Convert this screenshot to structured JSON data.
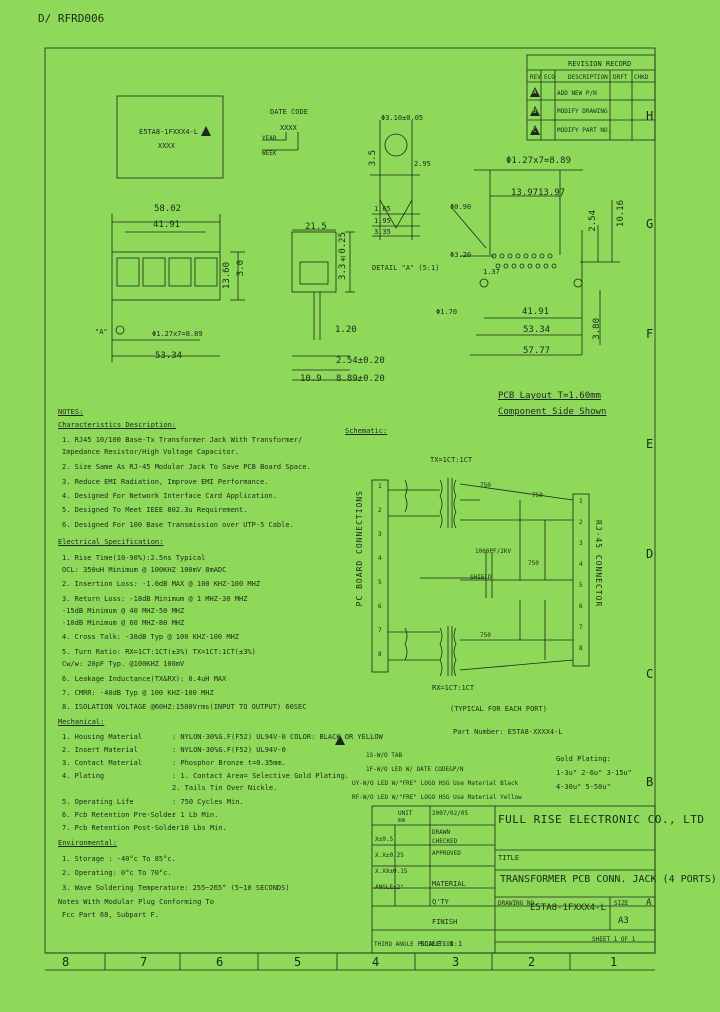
{
  "doc_id": "D/ RFRD006",
  "revision": {
    "title": "REVISION RECORD",
    "headers": [
      "REV",
      "ECO",
      "DESCRIPTION",
      "DRFT",
      "CHKD"
    ],
    "rows": [
      {
        "rev": "A",
        "desc": "ADD NEW P/N"
      },
      {
        "rev": "B",
        "desc": "MODIFY DRAWING"
      },
      {
        "rev": "C",
        "desc": "MODIFY PART NO."
      }
    ]
  },
  "border_letters": [
    "H",
    "G",
    "F",
    "E",
    "D",
    "C",
    "B"
  ],
  "border_numbers": [
    "8",
    "7",
    "6",
    "5",
    "4",
    "3",
    "2",
    "1"
  ],
  "marking": {
    "part": "E5TA8-1FXXX4-L",
    "sub": "XXXX"
  },
  "date_code": {
    "title": "DATE CODE",
    "code": "XXXX",
    "year": "YEAR",
    "week": "WEEK"
  },
  "front_view": {
    "width": "58.02",
    "pitch": "41.91",
    "small_pitch": "Φ1.27x7=8.89",
    "overall": "53.34",
    "height": "13.60",
    "height2": "3.0",
    "detail": "\"A\""
  },
  "side_view": {
    "depth": "21.5",
    "dims": [
      "3.3±0.25",
      "1.20",
      "2.54±0.20",
      "10.9",
      "8.89±0.20"
    ]
  },
  "detail_view": {
    "label": "DETAIL \"A\" (5:1)",
    "dims": [
      "Φ3.10±0.05",
      "3.5",
      "2.95",
      "1.65",
      "1.95",
      "3.35"
    ]
  },
  "pcb_layout": {
    "dims": [
      "Φ1.27x7=8.89",
      "13.97",
      "13.97",
      "Φ0.90",
      "Φ3.20",
      "1.37",
      "2.54",
      "10.16",
      "Φ1.70",
      "41.91",
      "53.34",
      "57.77",
      "3.80"
    ],
    "caption1": "PCB Layout T=1.60mm",
    "caption2": "Component Side Shown"
  },
  "notes": {
    "title": "NOTES:",
    "char_title": "Characteristics Description:",
    "char_items": [
      "1. RJ45 10/100 Base-Tx Transformer Jack With Transformer/",
      "   Impedance Resistor/High Voltage Capacitor.",
      "2. Size Same As RJ-45 Modular Jack To Save PCB Board Space.",
      "3. Reduce EMI Radiation, Improve EMI Performance.",
      "4. Designed For Network Interface Card Application.",
      "5. Designed To Meet IEEE 802.3u Requirement.",
      "6. Designed For 100 Base Transmission over UTP-5 Cable."
    ],
    "elec_title": "Electrical Specification:",
    "elec_items": [
      "1. Rise Time(10-90%):2.5ns Typical",
      "   OCL: 350uH Minimum @ 100KHZ 100mV 8mADC",
      "2. Insertion Loss:  -1.0dB MAX @ 100 KHZ-100 MHZ",
      "3. Return Loss:     -18dB Minimum @ 1 MHZ-30 MHZ",
      "                    -15dB Minimum @ 40 MHZ-50 MHZ",
      "                    -10dB Minimum @ 60 MHZ-80 MHZ",
      "4. Cross Talk:      -38dB Typ @ 100 KHZ-100 MHZ",
      "5. Turn Ratio: RX=1CT:1CT(±3%) TX=1CT:1CT(±3%)",
      "   Cw/w: 20pF Typ. @100KHZ 100mV",
      "6. Leakage Inductance(TX&RX): 0.4uH MAX",
      "7. CMRR: -40dB Typ @ 100 KHZ-100 MHZ",
      "8. ISOLATION VOLTAGE @60HZ:1500Vrms(INPUT TO OUTPUT) 60SEC"
    ],
    "mech_title": "Mechanical:",
    "mech_items": [
      {
        "label": "1. Housing Material",
        "value": ": NYLON-30%G.F(F52) UL94V-0 COLOR: BLACK OR YELLOW"
      },
      {
        "label": "2. Insert Material",
        "value": ": NYLON-30%G.F(F52) UL94V-0"
      },
      {
        "label": "3. Contact Material",
        "value": ": Phosphor Bronze t=0.35mm."
      },
      {
        "label": "4. Plating",
        "value": ": 1. Contact Area= Selective Gold Plating."
      },
      {
        "label": "",
        "value": "  2. Tails Tin Over Nickle."
      },
      {
        "label": "5. Operating Life",
        "value": ": 750 Cycles Min."
      },
      {
        "label": "6. Pcb Retention Pre-Solder",
        "value": ": 1 Lb Min."
      },
      {
        "label": "7. Pcb Retention Post-Solder",
        "value": ": 10 Lbs Min."
      }
    ],
    "env_title": "Environmental:",
    "env_items": [
      "1. Storage  : -40°c To 85°c.",
      "2. Operating: 0°c To 70°c.",
      "3. Wave Soldering Temperature: 255~265° (5~10 SECONDS)"
    ],
    "footer": [
      "Notes With Modular Plug Conforming To",
      "Fcc Part 68, Subpart F."
    ]
  },
  "schematic": {
    "title": "Schematic:",
    "tx": "TX=1CT:1CT",
    "rx": "RX=1CT:1CT",
    "left_label": "PC BOARD CONNECTIONS",
    "right_label": "RJ-45 CONNECTOR",
    "left_pins": [
      "1",
      "2",
      "3",
      "4",
      "5",
      "6",
      "7",
      "8"
    ],
    "right_pins": [
      "1",
      "2",
      "3",
      "4",
      "5",
      "6",
      "7",
      "8"
    ],
    "resistors": [
      "750",
      "750",
      "750",
      "750"
    ],
    "cap": "1000PF/2KV",
    "shield": "SHIELD",
    "caption": "(TYPICAL FOR EACH PORT)"
  },
  "part_number": {
    "label": "Part Number: E5TA8-XXXX4-L",
    "options": [
      "1S-W/O TAB",
      "1F-W/O LED W/ DATE CODE&P/N",
      "UY-W/O LED W/\"FRE\" LOGO HSG Use Material Black",
      "RF-W/O LED W/\"FRE\" LOGO HSG Use Material Yellow"
    ],
    "plating_title": "Gold Plating:",
    "plating": [
      "1-3u\"  2-6u\"  3-15u\"",
      "4-30u\"  5-50u\""
    ]
  },
  "title_block": {
    "company": "FULL RISE ELECTRONIC CO., LTD",
    "title_label": "TITLE",
    "title": "TRANSFORMER PCB CONN. JACK (4 PORTS)",
    "drawing_no_label": "DRAWING NO.",
    "drawing_no": "E5TA8-1FXXX4-L",
    "sheet_label": "SIZE",
    "size": "A3",
    "scale": "SCALE: 1:1",
    "sheet": "SHEET 1 OF 1",
    "rev": "A",
    "material_label": "MATERIAL",
    "qty_label": "Q'TY",
    "finish_label": "FINISH",
    "date": "2007/02/05",
    "unit_label": "UNIT",
    "unit": "mm",
    "drawn_label": "DRAWN",
    "checked_label": "CHECKED",
    "approved_label": "APPROVED",
    "tol_rows": [
      "X±0.5",
      "X.X±0.25",
      "X.XX±0.15",
      "ANGLE±2°"
    ],
    "third_angle": "THIRD ANGLE PROJECTION"
  }
}
